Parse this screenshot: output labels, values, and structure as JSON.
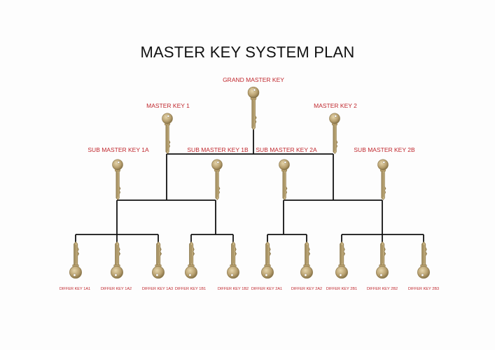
{
  "title": "MASTER KEY SYSTEM PLAN",
  "colors": {
    "label": "#c0272d",
    "line": "#111111",
    "key_fill": "#b9a170",
    "key_shade": "#8a7548",
    "key_highlight": "#e6d6ad"
  },
  "icon": "key-icon",
  "keys": {
    "grand": {
      "label": "GRAND MASTER KEY"
    },
    "masters": [
      {
        "label": "MASTER KEY 1"
      },
      {
        "label": "MASTER KEY 2"
      }
    ],
    "sub_masters": [
      {
        "label": "SUB MASTER KEY 1A"
      },
      {
        "label": "SUB MASTER KEY 1B"
      },
      {
        "label": "SUB MASTER KEY 2A"
      },
      {
        "label": "SUB MASTER KEY 2B"
      }
    ],
    "differs": [
      {
        "label": "DIFFER KEY 1A1"
      },
      {
        "label": "DIFFER KEY 1A2"
      },
      {
        "label": "DIFFER KEY 1A3"
      },
      {
        "label": "DIFFER KEY 1B1"
      },
      {
        "label": "DIFFER KEY 1B2"
      },
      {
        "label": "DIFFER KEY 2A1"
      },
      {
        "label": "DIFFER KEY 2A2"
      },
      {
        "label": "DIFFER KEY 2B1"
      },
      {
        "label": "DIFFER KEY 2B2"
      },
      {
        "label": "DIFFER KEY 2B3"
      }
    ]
  }
}
